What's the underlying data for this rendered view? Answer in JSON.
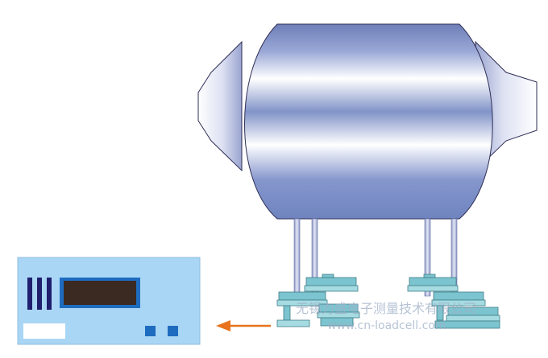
{
  "diagram": {
    "type": "tank-weighing-system",
    "components": {
      "tank": {
        "shape": "horizontal-cylinder-with-conical-ends",
        "color": "#6f84bf"
      },
      "legs": {
        "count": 4,
        "color": "#b6bedc"
      },
      "load_cell_modules": {
        "count": 4,
        "color": "#78c2cc"
      },
      "indicator": {
        "panel_color": "#a9d6f5",
        "display_color": "#3a2a22",
        "button_color": "#1e6cc0",
        "bar_color": "#1f1f6f"
      },
      "signal_arrow": {
        "direction": "left",
        "color": "#e8731c"
      }
    }
  },
  "watermark": {
    "line1": "无锡力盛电子测量技术有限公司",
    "line2": "www.cn-loadcell.com"
  }
}
